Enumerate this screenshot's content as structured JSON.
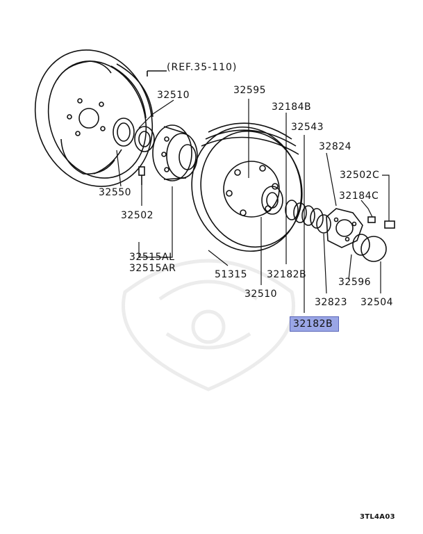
{
  "reference": "(REF.35-110)",
  "callouts": {
    "c32510a": "32510",
    "c32595": "32595",
    "c32184B": "32184B",
    "c32543": "32543",
    "c32824": "32824",
    "c32502C": "32502C",
    "c32184C": "32184C",
    "c32550": "32550",
    "c32502": "32502",
    "c32515AL": "32515AL",
    "c32515AR": "32515AR",
    "c51315": "51315",
    "c32182B": "32182B",
    "c32510b": "32510",
    "c32596": "32596",
    "c32823": "32823",
    "c32504": "32504",
    "highlighted": "32182B"
  },
  "diagram_code": "3TL4A03",
  "colors": {
    "highlight": "#9aa6e6",
    "line": "#111111",
    "watermark": "#ececec"
  }
}
